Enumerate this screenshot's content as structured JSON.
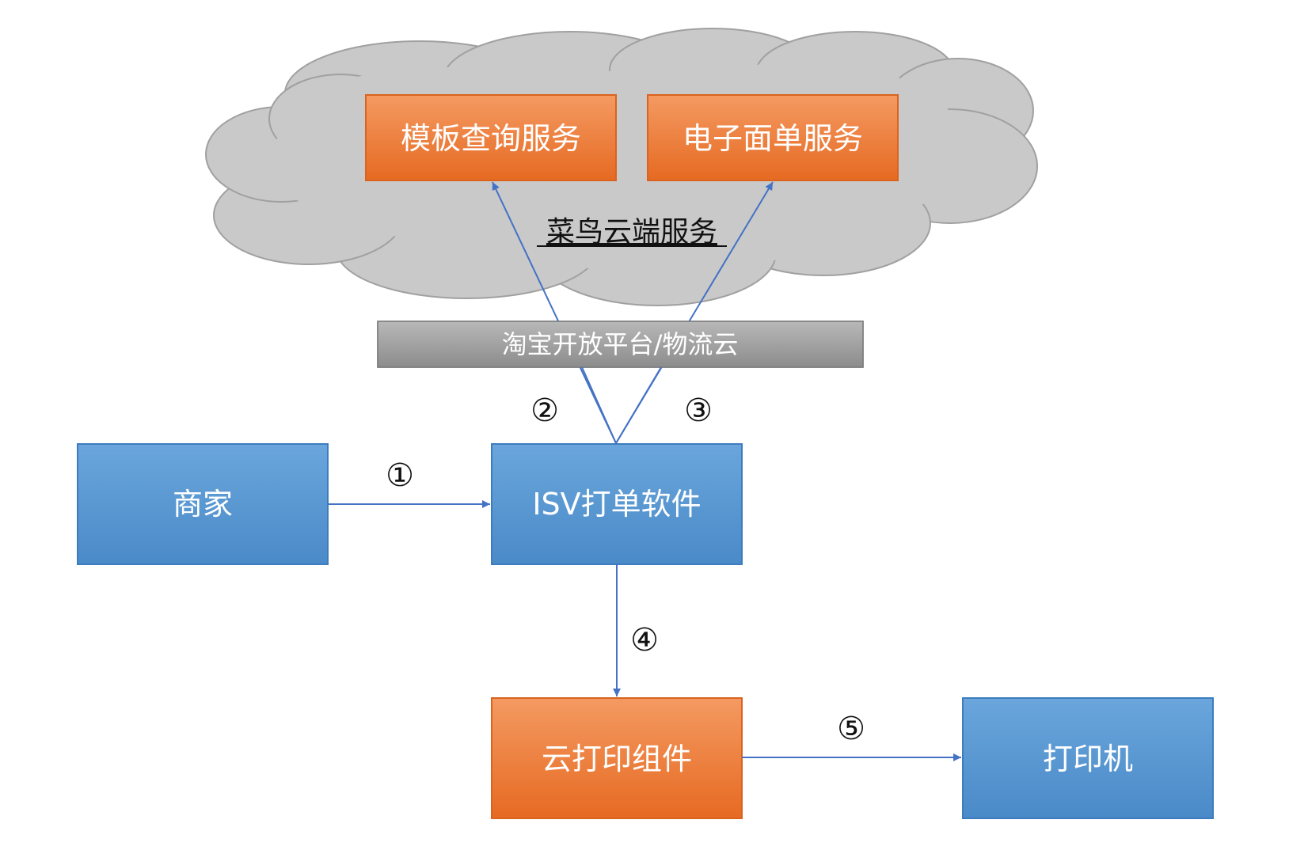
{
  "cloud": {
    "label": "菜鸟云端服务",
    "services": {
      "template_query": "模板查询服务",
      "waybill": "电子面单服务"
    }
  },
  "gateway": {
    "label": "淘宝开放平台/物流云"
  },
  "nodes": {
    "merchant": "商家",
    "isv": "ISV打单软件",
    "cloud_print": "云打印组件",
    "printer": "打印机"
  },
  "steps": {
    "s1": "①",
    "s2": "②",
    "s3": "③",
    "s4": "④",
    "s5": "⑤"
  },
  "colors": {
    "blue_top": "#6aa6dc",
    "blue_bottom": "#4a8ac8",
    "orange_top": "#f49a62",
    "orange_bottom": "#e66a22",
    "gray_top": "#b5b5b5",
    "gray_bottom": "#8f8f8f",
    "cloud_fill": "#c9c9c9",
    "arrow": "#4472c4"
  }
}
